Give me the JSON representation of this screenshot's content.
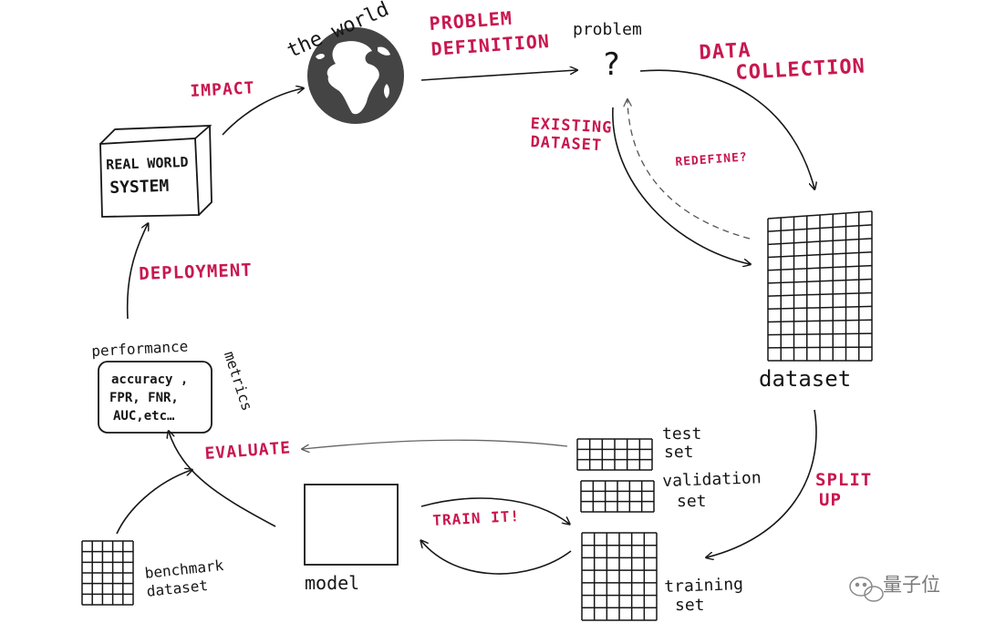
{
  "labels": {
    "the_world": "the world",
    "problem_definition_1": "PROBLEM",
    "problem_definition_2": "DEFINITION",
    "problem": "problem",
    "question_mark": "?",
    "data_collection_1": "DATA",
    "data_collection_2": "COLLECTION",
    "existing_dataset_1": "EXISTING",
    "existing_dataset_2": "DATASET",
    "redefine": "REDEFINE?",
    "dataset": "dataset",
    "split_up_1": "SPLIT",
    "split_up_2": "UP",
    "test_set_1": "test",
    "test_set_2": "set",
    "validation_set_1": "validation",
    "validation_set_2": "set",
    "training_set_1": "training",
    "training_set_2": "set",
    "train_it": "TRAIN IT!",
    "model": "model",
    "evaluate": "EVALUATE",
    "benchmark_1": "benchmark",
    "benchmark_2": "dataset",
    "performance": "performance",
    "metrics": "metrics",
    "metrics_line_1": "accuracy ,",
    "metrics_line_2": "FPR, FNR,",
    "metrics_line_3": "AUC,etc…",
    "deployment": "DEPLOYMENT",
    "real_world_1": "REAL WORLD",
    "real_world_2": "SYSTEM",
    "impact": "IMPACT",
    "watermark": "量子位"
  },
  "colors": {
    "accent_red": "#c8174f",
    "ink": "#161616",
    "globe": "#444444"
  },
  "icons": {
    "globe": "globe-icon",
    "watermark": "wechat-icon"
  }
}
